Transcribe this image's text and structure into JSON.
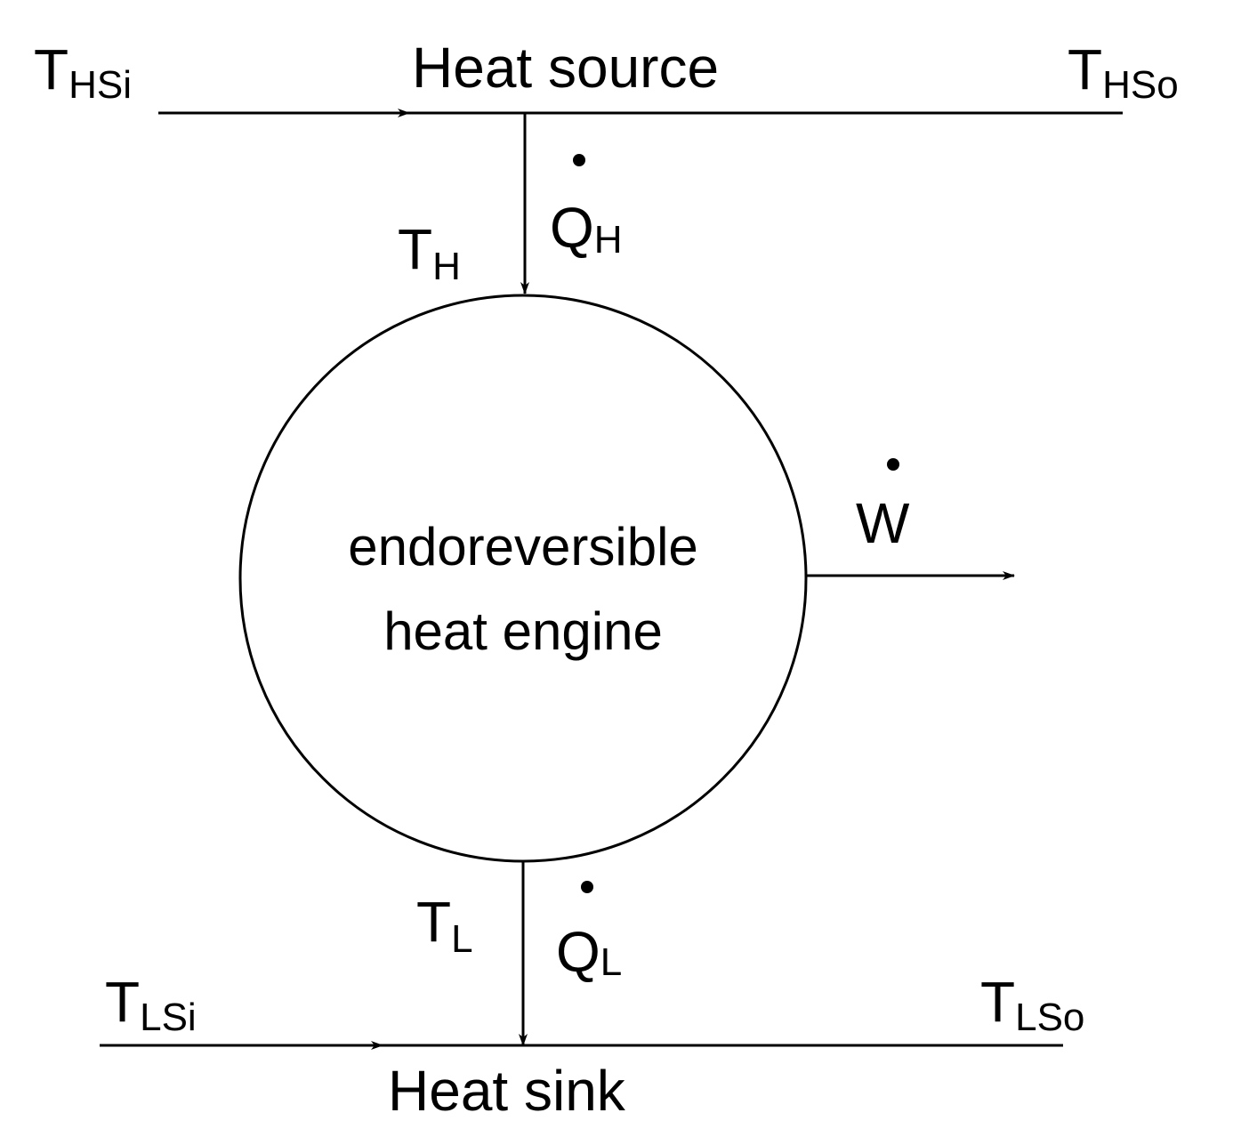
{
  "heat_source": {
    "label": "Heat source",
    "inlet_temp": {
      "main": "T",
      "sub": "HSi"
    },
    "outlet_temp": {
      "main": "T",
      "sub": "HSo"
    }
  },
  "heat_sink": {
    "label": "Heat sink",
    "inlet_temp": {
      "main": "T",
      "sub": "LSi"
    },
    "outlet_temp": {
      "main": "T",
      "sub": "LSo"
    }
  },
  "engine": {
    "line1": "endoreversible",
    "line2": "heat engine"
  },
  "hot_side": {
    "temp": {
      "main": "T",
      "sub": "H"
    },
    "heat_flow": {
      "main": "Q",
      "sub": "H"
    }
  },
  "cold_side": {
    "temp": {
      "main": "T",
      "sub": "L"
    },
    "heat_flow": {
      "main": "Q",
      "sub": "L"
    }
  },
  "work": {
    "main": "W"
  }
}
